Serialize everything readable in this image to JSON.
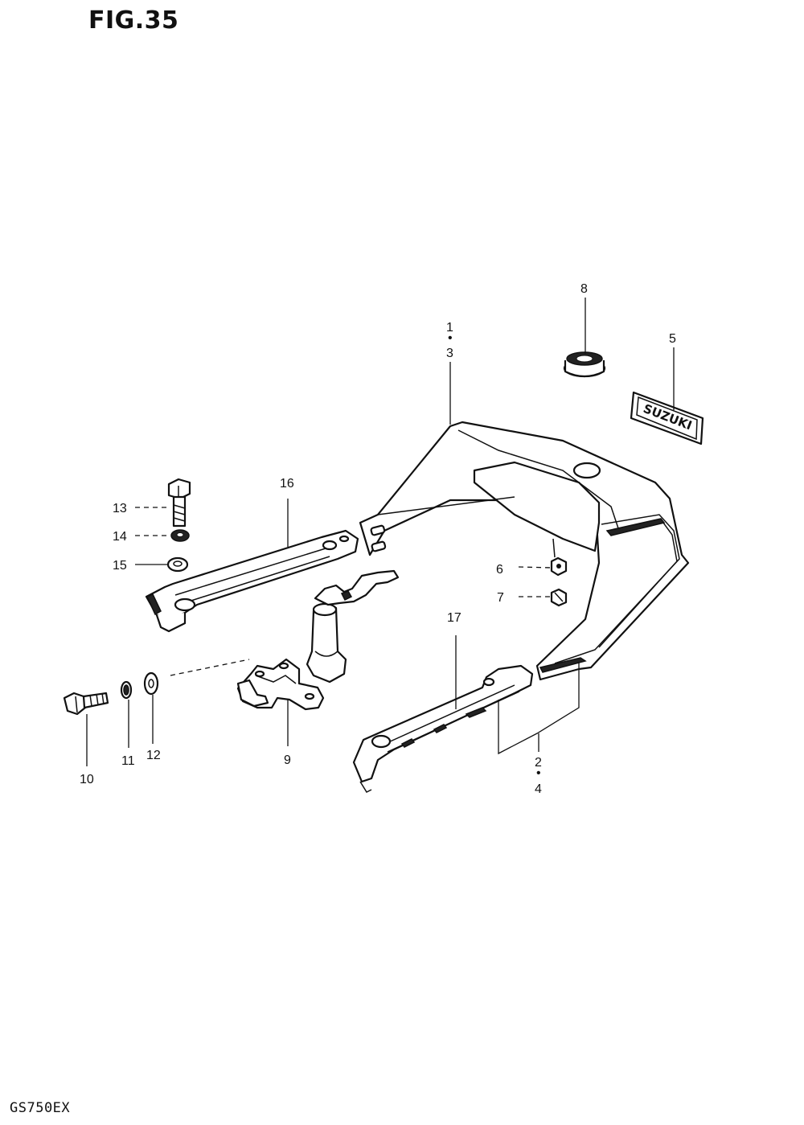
{
  "figure": {
    "title": "FIG.35",
    "model": "GS750EX"
  },
  "callouts": [
    {
      "id": "c1",
      "text": "1"
    },
    {
      "id": "c3",
      "text": "3"
    },
    {
      "id": "c2",
      "text": "2"
    },
    {
      "id": "c4",
      "text": "4"
    },
    {
      "id": "c5",
      "text": "5"
    },
    {
      "id": "c6",
      "text": "6"
    },
    {
      "id": "c7",
      "text": "7"
    },
    {
      "id": "c8",
      "text": "8"
    },
    {
      "id": "c9",
      "text": "9"
    },
    {
      "id": "c10",
      "text": "10"
    },
    {
      "id": "c11",
      "text": "11"
    },
    {
      "id": "c12",
      "text": "12"
    },
    {
      "id": "c13",
      "text": "13"
    },
    {
      "id": "c14",
      "text": "14"
    },
    {
      "id": "c15",
      "text": "15"
    },
    {
      "id": "c16",
      "text": "16"
    },
    {
      "id": "c17",
      "text": "17"
    }
  ],
  "emblem": {
    "text": "SUZUKI"
  }
}
